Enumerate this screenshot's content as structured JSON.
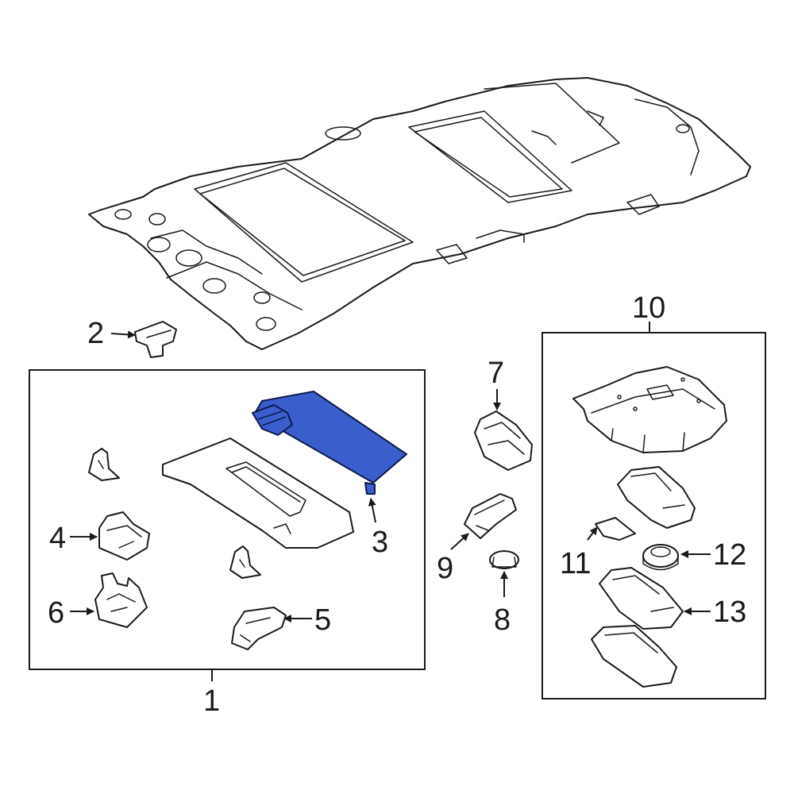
{
  "diagram": {
    "highlight_color": "#3a5fcd",
    "line_color": "#1a1a1a",
    "callouts": {
      "c1": "1",
      "c2": "2",
      "c3": "3",
      "c4": "4",
      "c5": "5",
      "c6": "6",
      "c7": "7",
      "c8": "8",
      "c9": "9",
      "c10": "10",
      "c11": "11",
      "c12": "12",
      "c13": "13"
    }
  }
}
